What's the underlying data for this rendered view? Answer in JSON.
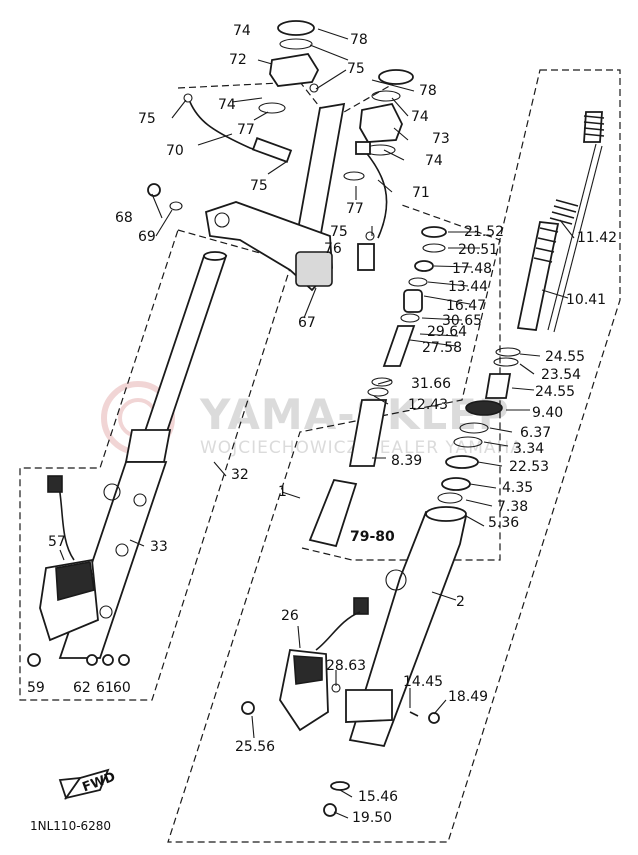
{
  "diagram": {
    "catalog_code": "1NL110-6280",
    "fwd_label": "FWD",
    "watermark": {
      "title": "YAMA-SKLEP",
      "subtitle": "WOJCIECHOWICZ DEALER YAMAHA"
    },
    "callouts": {
      "c74a": "74",
      "c78a": "78",
      "c72": "72",
      "c75a": "75",
      "c78b": "78",
      "c75b": "75",
      "c74b": "74",
      "c74c": "74",
      "c77a": "77",
      "c73": "73",
      "c70": "70",
      "c75c": "75",
      "c71": "71",
      "c68": "68",
      "c77b": "77",
      "c69": "69",
      "c2152": "21.52",
      "c1142": "11.42",
      "c75d": "75",
      "c2051": "20.51",
      "c76": "76",
      "c1748": "17.48",
      "c1344": "13.44",
      "c1041": "10.41",
      "c1647": "16.47",
      "c3065": "30.65",
      "c67": "67",
      "c2964": "29.64",
      "c2758": "27.58",
      "c2455a": "24.55",
      "c2354": "23.54",
      "c2455b": "24.55",
      "c3166": "31.66",
      "c1243": "12.43",
      "c940": "9.40",
      "c637": "6.37",
      "c334": "3.34",
      "c2253": "22.53",
      "c839": "8.39",
      "c32": "32",
      "c435": "4.35",
      "c1": "1",
      "c738": "7.38",
      "c536": "5.36",
      "c7980": "79-80",
      "c33": "33",
      "c57": "57",
      "c2": "2",
      "c26": "26",
      "c2863": "28.63",
      "c1445": "14.45",
      "c1849": "18.49",
      "c59": "59",
      "c62": "62",
      "c61": "61",
      "c60": "60",
      "c2556": "25.56",
      "c1546": "15.46",
      "c1950": "19.50"
    }
  }
}
